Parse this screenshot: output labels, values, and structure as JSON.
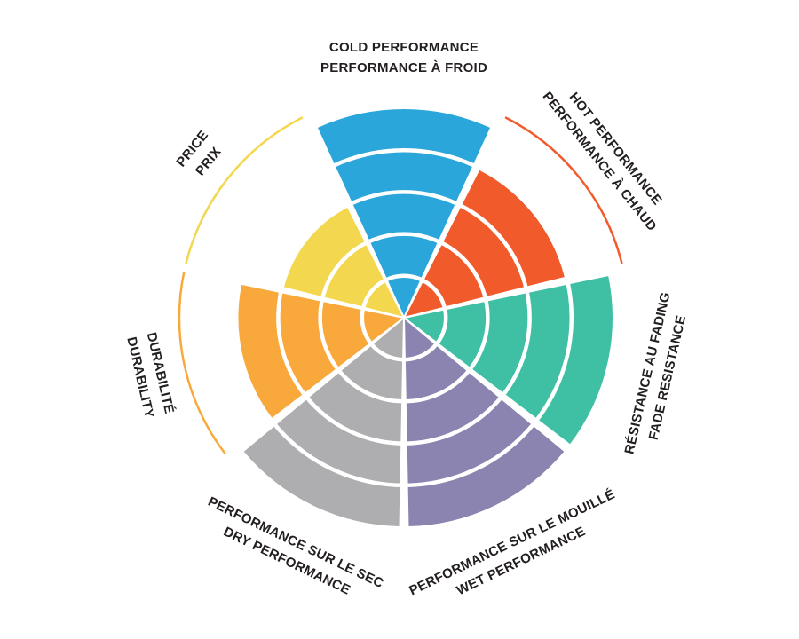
{
  "chart_data": {
    "type": "polar-wedge",
    "description": "Performance rating wheel with seven colored sectors, five concentric rating rings, and thin full-scale arcs on sectors below maximum",
    "rings": 5,
    "max": 5,
    "legend_position": "none",
    "grid": "white concentric ring dividers over wedges",
    "categories": [
      {
        "id": "cold-performance",
        "lines": [
          "COLD PERFORMANCE",
          "PERFORMANCE À FROID"
        ],
        "value": 5,
        "color": "#2BA6DB"
      },
      {
        "id": "hot-performance",
        "lines": [
          "HOT PERFORMANCE",
          "PERFORMANCE À CHAUD"
        ],
        "value": 4,
        "color": "#F15B2B"
      },
      {
        "id": "fade-resistance",
        "lines": [
          "RÉSISTANCE AU FADING",
          "FADE RESISTANCE"
        ],
        "value": 5,
        "color": "#3FC0A4"
      },
      {
        "id": "wet-performance",
        "lines": [
          "PERFORMANCE SUR LE MOUILLÉ",
          "WET PERFORMANCE"
        ],
        "value": 5,
        "color": "#8B83B0"
      },
      {
        "id": "dry-performance",
        "lines": [
          "PERFORMANCE SUR LE SEC",
          "DRY PERFORMANCE"
        ],
        "value": 5,
        "color": "#AEAEB0"
      },
      {
        "id": "durability",
        "lines": [
          "DURABILITÉ",
          "DURABILITY"
        ],
        "value": 4,
        "color": "#F9A83C"
      },
      {
        "id": "price",
        "lines": [
          "PRICE",
          "PRIX"
        ],
        "value": 3,
        "color": "#F3D74E"
      }
    ],
    "text_color": "#231F20"
  }
}
